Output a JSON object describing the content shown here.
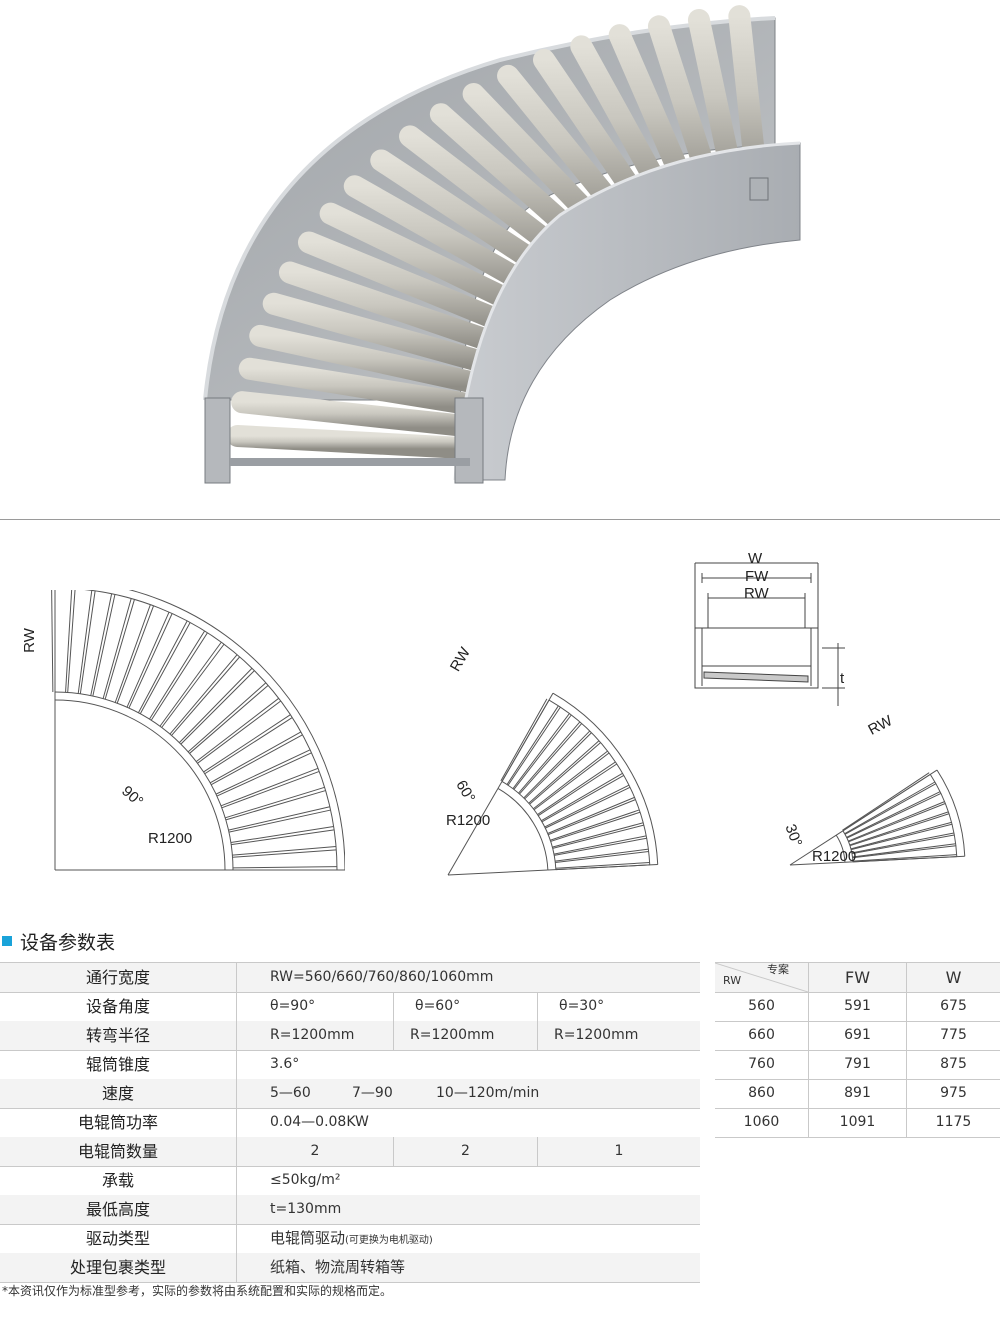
{
  "drawings": {
    "d90": {
      "rw": "RW",
      "angle": "90°",
      "radius": "R1200"
    },
    "d60": {
      "rw": "RW",
      "angle": "60°",
      "radius": "R1200"
    },
    "d30": {
      "rw": "RW",
      "angle": "30°",
      "radius": "R1200"
    },
    "section": {
      "w": "W",
      "fw": "FW",
      "rw": "RW",
      "t": "t"
    }
  },
  "section_title": "设备参数表",
  "params": [
    {
      "label": "通行宽度",
      "values": [
        "RW=560/660/760/860/1060mm"
      ]
    },
    {
      "label": "设备角度",
      "values": [
        "θ=90°",
        "θ=60°",
        "θ=30°"
      ]
    },
    {
      "label": "转弯半径",
      "values": [
        "R=1200mm",
        "R=1200mm",
        "R=1200mm"
      ]
    },
    {
      "label": "辊筒锥度",
      "values": [
        "3.6°"
      ]
    },
    {
      "label": "速度",
      "values": [
        "5—60",
        "7—90",
        "10—120m/min"
      ]
    },
    {
      "label": "电辊筒功率",
      "values": [
        "0.04—0.08KW"
      ]
    },
    {
      "label": "电辊筒数量",
      "values": [
        "2",
        "2",
        "1"
      ]
    },
    {
      "label": "承载",
      "values": [
        "≤50kg/m²"
      ]
    },
    {
      "label": "最低高度",
      "values": [
        "t=130mm"
      ]
    },
    {
      "label": "驱动类型",
      "values": [
        "电辊筒驱动"
      ],
      "note": "(可更换为电机驱动)"
    },
    {
      "label": "处理包裹类型",
      "values": [
        "纸箱、物流周转箱等"
      ]
    }
  ],
  "size_table": {
    "corner_top": "专案",
    "corner_bottom": "RW",
    "headers": [
      "FW",
      "W"
    ],
    "rows": [
      [
        "560",
        "591",
        "675"
      ],
      [
        "660",
        "691",
        "775"
      ],
      [
        "760",
        "791",
        "875"
      ],
      [
        "860",
        "891",
        "975"
      ],
      [
        "1060",
        "1091",
        "1175"
      ]
    ]
  },
  "footnote": "*本资讯仅作为标准型参考，实际的参数将由系统配置和实际的规格而定。"
}
